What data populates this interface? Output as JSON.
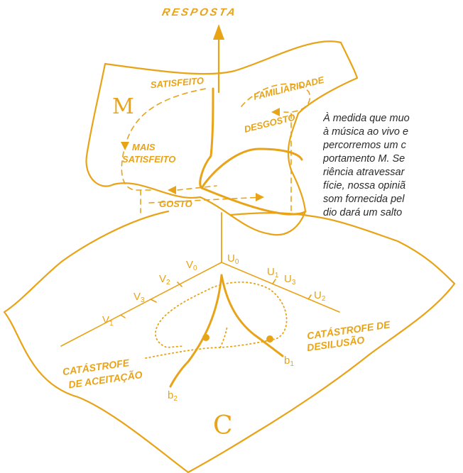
{
  "labels": {
    "resposta": "RESPOSTA",
    "satisfeito": "SATISFEITO",
    "familiaridade": "FAMILIARIDADE",
    "desgosto": "DESGOSTO",
    "mais_satisfeito_1": "MAIS",
    "mais_satisfeito_2": "SATISFEITO",
    "gosto": "GOSTO",
    "m_symbol": "M",
    "c_symbol": "C",
    "v0": "V",
    "v0_sub": "0",
    "v1": "V",
    "v1_sub": "1",
    "v2": "V",
    "v2_sub": "2",
    "v3": "V",
    "v3_sub": "3",
    "u0": "U",
    "u0_sub": "0",
    "u1": "U",
    "u1_sub": "1",
    "u2": "U",
    "u2_sub": "2",
    "u3": "U",
    "u3_sub": "3",
    "b1": "b",
    "b1_sub": "1",
    "b2": "b",
    "b2_sub": "2",
    "catastrofe_desilusao_1": "CATÁSTROFE  DE",
    "catastrofe_desilusao_2": "DESILUSÃO",
    "catastrofe_aceitacao_1": "CATÁSTROFE",
    "catastrofe_aceitacao_2": "DE ACEITAÇÃO"
  },
  "caption": {
    "line1": "À medida que muo",
    "line2": "à música ao vivo e",
    "line3": "percorremos um c",
    "line4": "portamento M. Se",
    "line5": "riência atravessar",
    "line6": "fície, nossa opiniã",
    "line7": "som fornecida pel",
    "line8": "dio dará um salto"
  },
  "colors": {
    "ink": "#e8a317",
    "caption_text": "#2a2a2a"
  }
}
